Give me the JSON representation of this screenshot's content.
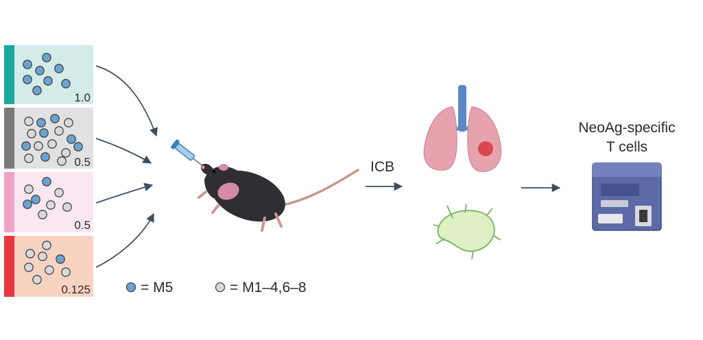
{
  "panels": [
    {
      "label": "1.0",
      "bar_color": "#19a89e",
      "fill_color": "#d3ebe9",
      "dots": [
        "M5",
        "M5",
        "M5",
        "M5",
        "M5",
        "M5",
        "M5",
        "M5"
      ]
    },
    {
      "label": "0.5",
      "bar_color": "#7a7a7a",
      "fill_color": "#e1e1e1",
      "dots": [
        "M1",
        "M5",
        "M5",
        "M1",
        "M1",
        "M5",
        "M1",
        "M5",
        "M5",
        "M1",
        "M1",
        "M1",
        "M5",
        "M1",
        "M5",
        "M1"
      ]
    },
    {
      "label": "0.5",
      "bar_color": "#f0a3c6",
      "fill_color": "#fbe7f1",
      "dots": [
        "M1",
        "M5",
        "M5",
        "M1",
        "M1",
        "M5",
        "M1",
        "M1"
      ]
    },
    {
      "label": "0.125",
      "bar_color": "#e8373f",
      "fill_color": "#f9d3c2",
      "dots": [
        "M1",
        "M1",
        "M1",
        "M5",
        "M1",
        "M1",
        "M1",
        "M1"
      ]
    }
  ],
  "legend": [
    {
      "key": "M5",
      "text": "= M5",
      "color": "#6aa2d2"
    },
    {
      "key": "other",
      "text": "= M1–4,6–8",
      "color": "#d9d9d9"
    }
  ],
  "labels": {
    "treatment": "ICB",
    "readout_line1": "NeoAg-specific",
    "readout_line2": "T cells"
  },
  "icons": [
    "syringe-icon",
    "mouse-icon",
    "lungs-icon",
    "lymph-node-icon",
    "flow-cytometer-icon"
  ],
  "colors": {
    "arrow": "#3c4f61",
    "m5_dot": "#6aa2d2",
    "other_dot": "#d9d9d9"
  }
}
